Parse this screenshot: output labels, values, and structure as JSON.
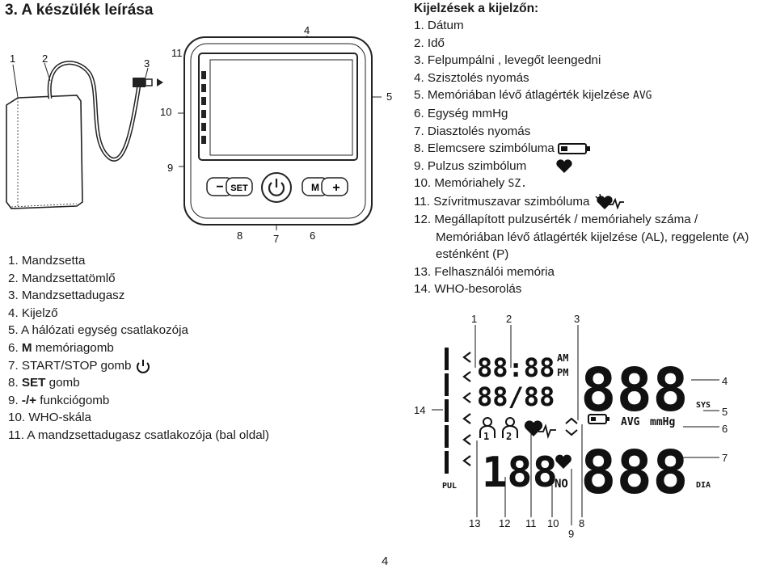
{
  "title": "3. A készülék leírása",
  "left_items": [
    "1. Mandzsetta",
    "2. Mandzsettatömlő",
    "3. Mandzsettadugasz",
    "4. Kijelző",
    "5. A hálózati egység csatlakozója",
    "6. M memóriagomb",
    "7. START/STOP gomb",
    "8. SET gomb",
    "9. -/+ funkciógomb",
    "10. WHO-skála",
    "11. A mandzsettadugasz csatlakozója (bal oldal)"
  ],
  "left_items_parts": {
    "m_prefix": "6. ",
    "m_bold": "M",
    "m_rest": " memóriagomb",
    "set_prefix": "8. ",
    "set_bold": "SET",
    "set_rest": " gomb",
    "pm_prefix": "9. ",
    "pm_bold": "-/+",
    "pm_rest": " funkciógomb"
  },
  "right_heading": "Kijelzések a kijelzőn:",
  "right_items": [
    "1. Dátum",
    "2. Idő",
    "3. Felpumpálni , levegőt leengedni",
    "4. Szisztolés nyomás",
    "5. Memóriában lévő átlagérték kijelzése",
    "6. Egység mmHg",
    "7. Diasztolés nyomás",
    "8. Elemcsere szimbóluma",
    "9. Pulzus szimbólum",
    "10. Memóriahely",
    "11. Szívritmuszavar szimbóluma",
    "12. Megállapított pulzusérték / memóriahely száma /",
    "13. Felhasználói memória",
    "14. WHO-besorolás"
  ],
  "right_item12_cont1": "Memóriában lévő átlagérték kijelzése (AL), reggelente (A)",
  "right_item12_cont2": "esténként (P)",
  "inline_avg": "AVG",
  "inline_sz": "SZ.",
  "device_callouts": [
    "1",
    "2",
    "3",
    "4",
    "5",
    "6",
    "7",
    "8",
    "9",
    "10",
    "11"
  ],
  "device_buttons": {
    "minus": "−",
    "set": "SET",
    "m": "M",
    "plus": "+"
  },
  "display_callouts": [
    "1",
    "2",
    "3",
    "4",
    "5",
    "6",
    "7",
    "8",
    "9",
    "10",
    "11",
    "12",
    "13",
    "14"
  ],
  "display_labels": {
    "time": "88:88",
    "am": "AM",
    "pm": "PM",
    "date": "88/88",
    "sys_digits": "888",
    "dia_digits": "888",
    "pulse_digits": "188",
    "avg": "AVG",
    "mmhg": "mmHg",
    "sys": "SYS",
    "dia": "DIA",
    "pul": "PUL",
    "no": "NO",
    "user1": "1",
    "user2": "2"
  },
  "page_number": "4"
}
